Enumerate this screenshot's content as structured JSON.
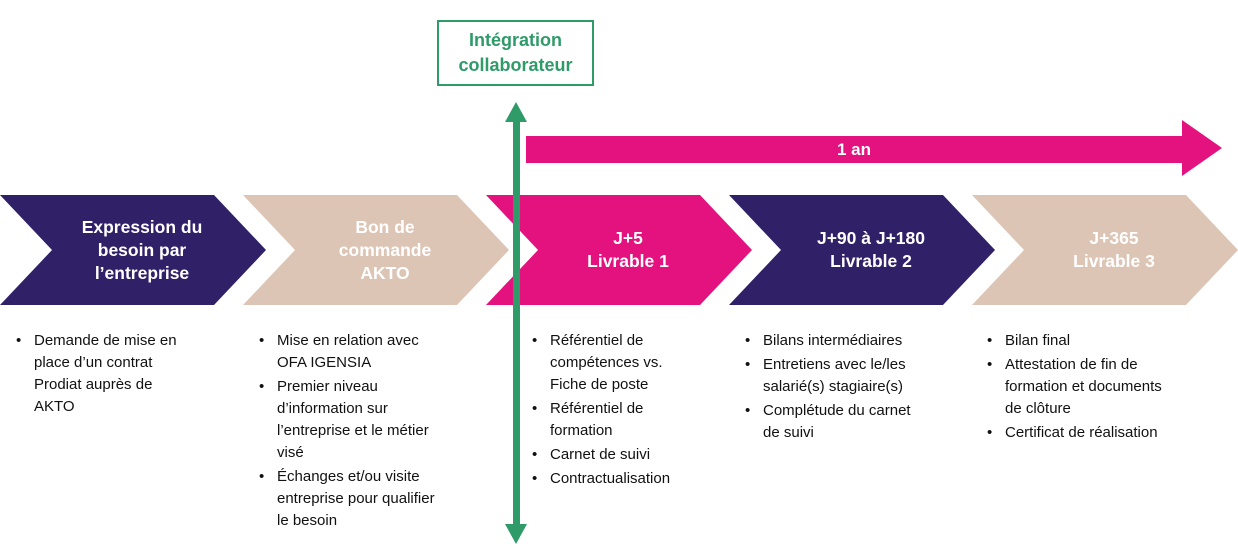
{
  "colors": {
    "purple": "#2F2068",
    "beige": "#DDC5B6",
    "pink": "#E3127E",
    "green": "#2E9B68",
    "text": "#111111"
  },
  "callout": {
    "label": "Intégration\ncollaborateur"
  },
  "timeline": {
    "duration_label": "1 an"
  },
  "stages": [
    {
      "id": "expression-besoin",
      "color": "purple",
      "title": "Expression du\nbesoin par\nl’entreprise",
      "bullets": [
        "Demande de mise en place d’un contrat Prodiat auprès de AKTO"
      ]
    },
    {
      "id": "bon-commande-akto",
      "color": "beige",
      "title": "Bon de\ncommande\nAKTO",
      "bullets": [
        "Mise en relation avec OFA IGENSIA",
        "Premier niveau d’information sur l’entreprise et le métier visé",
        "Échanges et/ou visite entreprise pour qualifier le besoin"
      ]
    },
    {
      "id": "j5-livrable-1",
      "color": "pink",
      "title": "J+5\nLivrable 1",
      "bullets": [
        "Référentiel de compétences vs. Fiche de poste",
        "Référentiel de formation",
        "Carnet de suivi",
        "Contractualisation"
      ]
    },
    {
      "id": "j90-j180-livrable-2",
      "color": "purple",
      "title": "J+90 à J+180\nLivrable 2",
      "bullets": [
        "Bilans intermédiaires",
        "Entretiens avec le/les salarié(s) stagiaire(s)",
        "Complétude du carnet de suivi"
      ]
    },
    {
      "id": "j365-livrable-3",
      "color": "beige",
      "title": "J+365\nLivrable 3",
      "bullets": [
        "Bilan final",
        "Attestation de fin de formation et documents de clôture",
        "Certificat de réalisation"
      ]
    }
  ]
}
